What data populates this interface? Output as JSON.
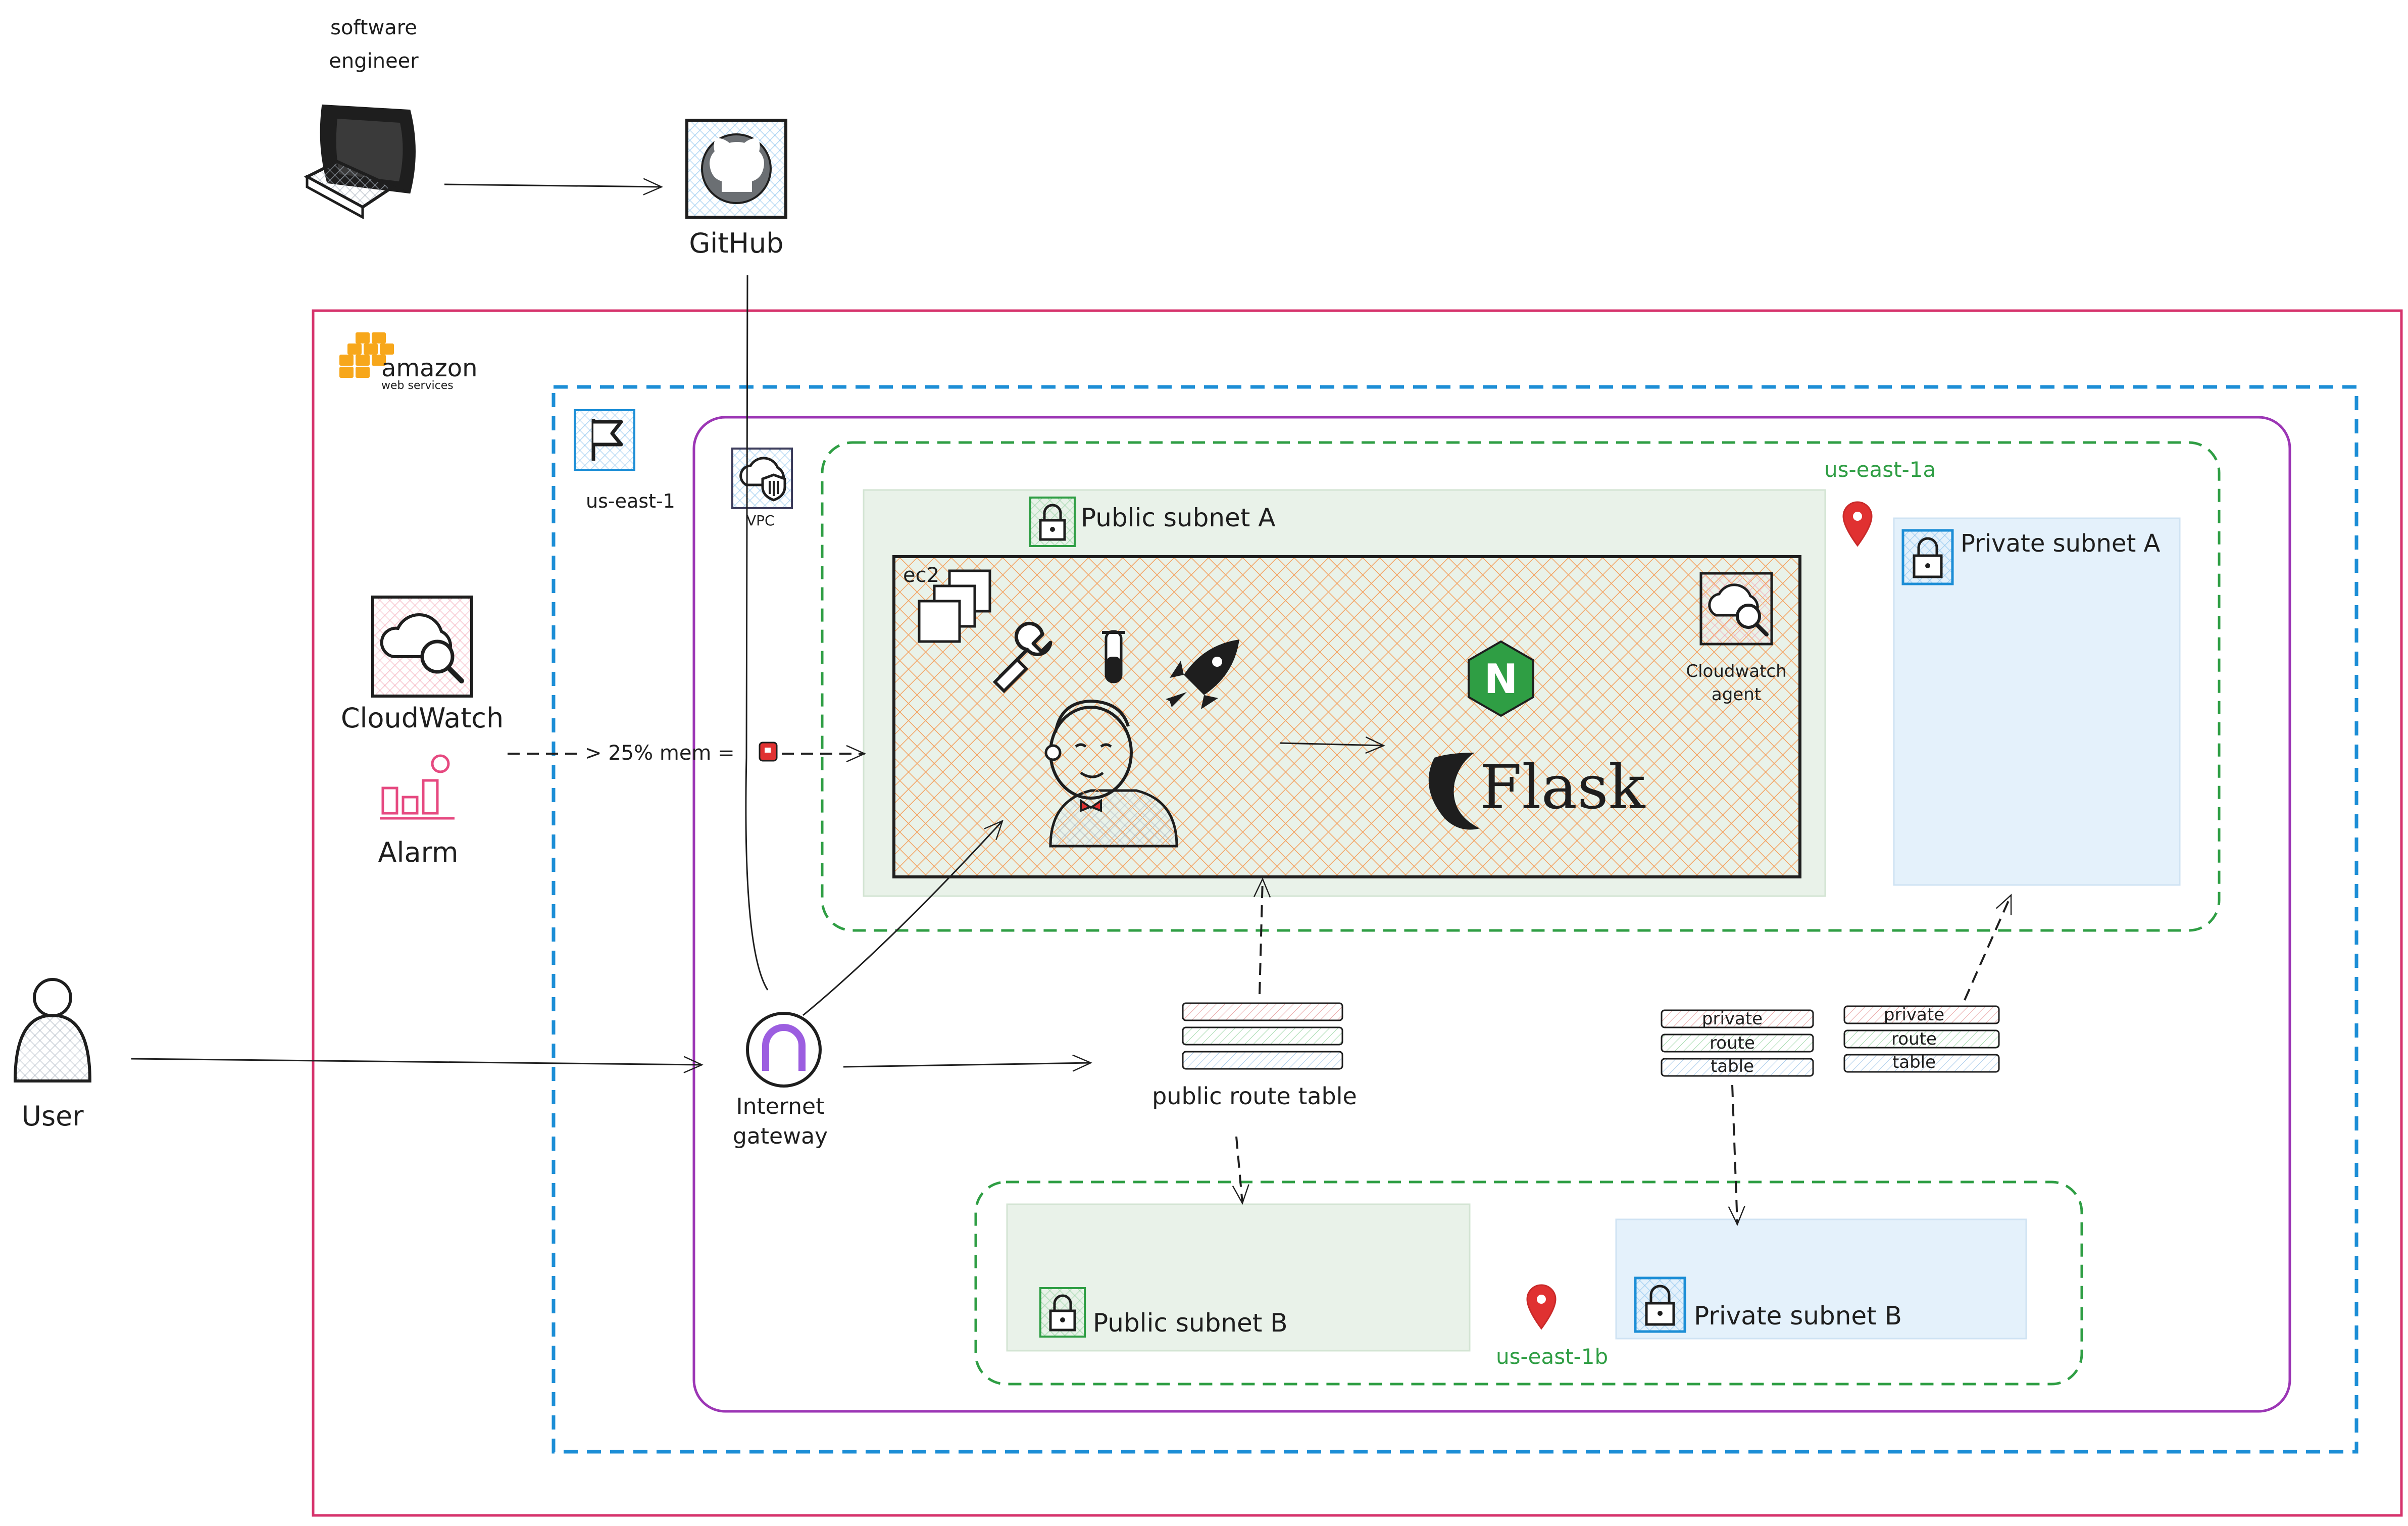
{
  "colors": {
    "aws_border": "#d6336c",
    "region_border": "#1c8ed6",
    "vpc_border": "#9c36b5",
    "az_border": "#2f9e44",
    "public_subnet_fill": "#e9f2e9",
    "private_subnet_fill": "#e4f1fb",
    "ec2_hatch": "#f4a261",
    "az_label": "#2f9e44",
    "alarm_pink": "#e64980",
    "nginx_green": "#2f9e44"
  },
  "actors": {
    "engineer_label": "software\nengineer",
    "user_label": "User"
  },
  "github": {
    "label": "GitHub"
  },
  "aws": {
    "logo_text": "amazon",
    "logo_subtext": "web services"
  },
  "region": {
    "label": "us-east-1"
  },
  "vpc": {
    "label": "VPC"
  },
  "cloudwatch": {
    "label": "CloudWatch"
  },
  "alarm": {
    "label": "Alarm",
    "rule_text": "> 25% mem ="
  },
  "az_a": {
    "label": "us-east-1a",
    "public_subnet": "Public subnet A",
    "private_subnet": "Private subnet A"
  },
  "az_b": {
    "label": "us-east-1b",
    "public_subnet": "Public subnet B",
    "private_subnet": "Private subnet B"
  },
  "ec2": {
    "label": "ec2",
    "cloudwatch_agent_line1": "Cloudwatch",
    "cloudwatch_agent_line2": "agent",
    "nginx_letter": "N",
    "flask_label": "Flask"
  },
  "internet_gateway": {
    "line1": "Internet",
    "line2": "gateway"
  },
  "public_route_table": {
    "label": "public route table"
  },
  "private_route_tables": [
    {
      "rows": [
        "private",
        "route",
        "table"
      ]
    },
    {
      "rows": [
        "private",
        "route",
        "table"
      ]
    }
  ]
}
